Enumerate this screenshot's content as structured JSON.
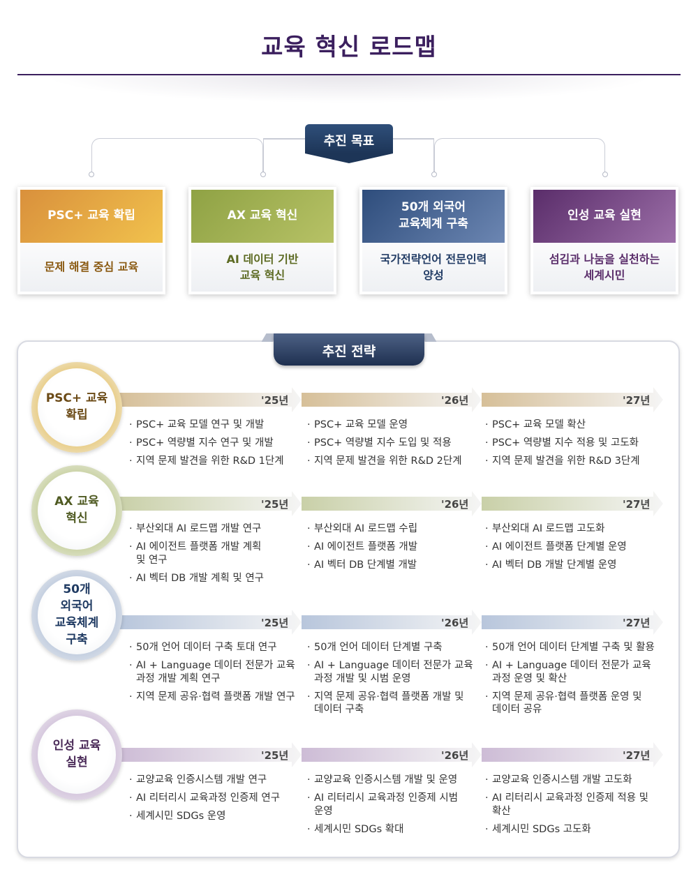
{
  "page_title": "교육 혁신 로드맵",
  "goals": {
    "badge": "추진 목표",
    "cards": [
      {
        "title": "PSC+ 교육 확립",
        "desc": "문제 해결 중심 교육",
        "color_top": "#d9903c",
        "color_bottom": "#f1c24d",
        "text_color": "#8a5a12"
      },
      {
        "title": "AX 교육 혁신",
        "desc": "AI 데이터 기반\n교육 혁신",
        "color_top": "#8fa244",
        "color_bottom": "#b7c266",
        "text_color": "#5d6b23"
      },
      {
        "title": "50개 외국어\n교육체계 구축",
        "desc": "국가전략언어 전문인력\n양성",
        "color_top": "#2e4d7c",
        "color_bottom": "#6c86b2",
        "text_color": "#233d66"
      },
      {
        "title": "인성 교육 실현",
        "desc": "섬김과 나눔을 실천하는\n세계시민",
        "color_top": "#5a2d6a",
        "color_bottom": "#9c6fa8",
        "text_color": "#5a2d6a"
      }
    ]
  },
  "strategy": {
    "badge": "추진 전략",
    "years": [
      "'25년",
      "'26년",
      "'27년"
    ],
    "rows": [
      {
        "label": "PSC+ 교육\n확립",
        "ring_color": "#e9cf8c",
        "arrow_color": "#d6bf98",
        "text_color": "#6b4a16",
        "cols": [
          [
            "PSC+ 교육 모델 연구 및 개발",
            "PSC+ 역량별 지수 연구 및 개발",
            "지역 문제 발견을 위한 R&D 1단계"
          ],
          [
            "PSC+ 교육 모델 운영",
            "PSC+ 역량별 지수 도입 및 적용",
            "지역 문제 발견을 위한 R&D 2단계"
          ],
          [
            "PSC+ 교육 모델 확산",
            "PSC+ 역량별 지수 적용 및 고도화",
            "지역 문제 발견을 위한 R&D 3단계"
          ]
        ]
      },
      {
        "label": "AX 교육\n혁신",
        "ring_color": "#ccd4a8",
        "arrow_color": "#c9d0a8",
        "text_color": "#4f5a22",
        "cols": [
          [
            "부산외대 AI 로드맵 개발 연구",
            "AI 에이전트 플랫폼 개발 계획\n및 연구",
            "AI 벡터 DB 개발 계획 및 연구"
          ],
          [
            "부산외대 AI 로드맵 수립",
            "AI 에이전트 플랫폼 개발",
            "AI 벡터 DB 단계별 개발"
          ],
          [
            "부산외대 AI 로드맵 고도화",
            "AI 에이전트 플랫폼 단계별 운영",
            "AI 벡터 DB 개발 단계별 운영"
          ]
        ]
      },
      {
        "label": "50개\n외국어\n교육체계\n구축",
        "ring_color": "#c4cfe0",
        "arrow_color": "#b8c6dc",
        "text_color": "#1f3a62",
        "cols": [
          [
            "50개 언어 데이터 구축 토대 연구",
            "AI + Language 데이터 전문가 교육\n과정 개발 계획 연구",
            "지역 문제 공유·협력 플랫폼 개발 연구"
          ],
          [
            "50개 언어 데이터 단계별 구축",
            "AI + Language 데이터 전문가 교육\n과정 개발 및 시범 운영",
            "지역 문제 공유·협력 플랫폼 개발 및\n데이터 구축"
          ],
          [
            "50개 언어 데이터 단계별 구축 및 활용",
            "AI + Language 데이터 전문가 교육\n과정 운영 및 확산",
            "지역 문제 공유·협력 플랫폼 운영 및\n데이터 공유"
          ]
        ]
      },
      {
        "label": "인성 교육\n실현",
        "ring_color": "#d6c8de",
        "arrow_color": "#cdbcd6",
        "text_color": "#4a2a58",
        "cols": [
          [
            "교양교육 인증시스템 개발 연구",
            "AI 리터리시 교육과정 인증제 연구",
            "세계시민 SDGs 운영"
          ],
          [
            "교양교육 인증시스템 개발 및 운영",
            "AI 리터리시 교육과정 인증제 시범\n운영",
            "세계시민 SDGs 확대"
          ],
          [
            "교양교육 인증시스템 개발 고도화",
            "AI 리터리시 교육과정 인증제 적용 및\n확산",
            "세계시민 SDGs 고도화"
          ]
        ]
      }
    ]
  }
}
